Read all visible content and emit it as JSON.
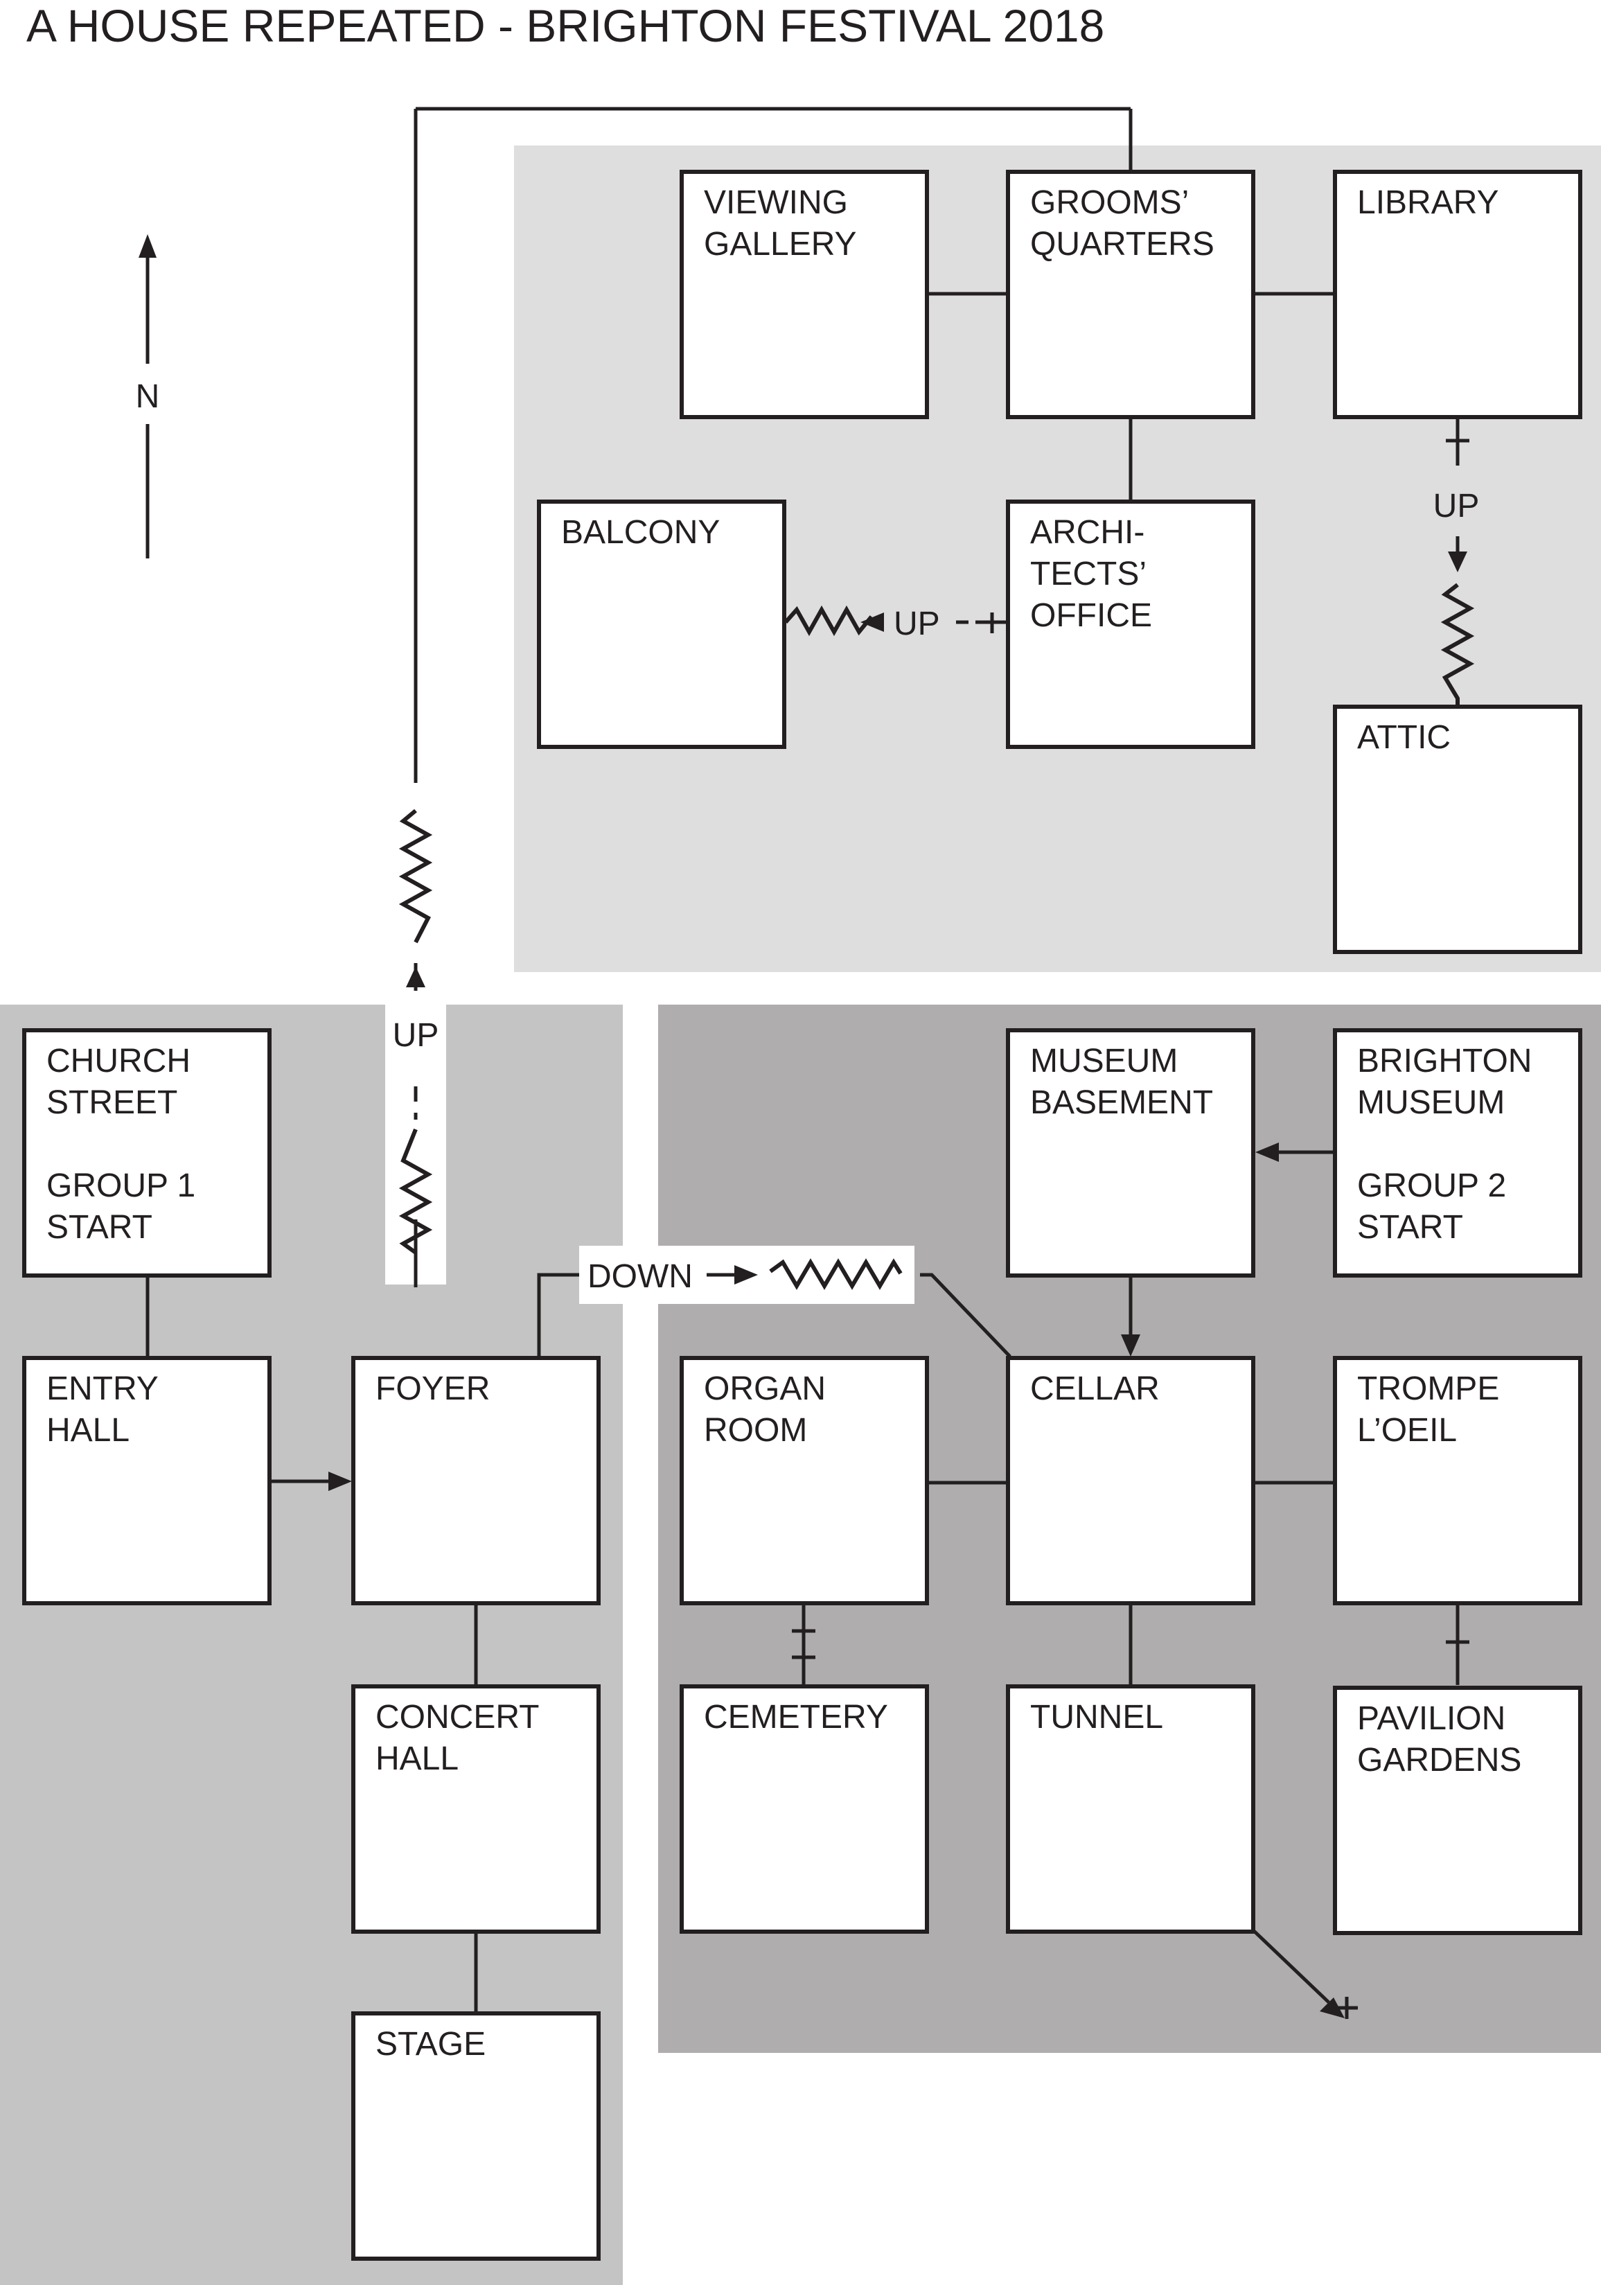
{
  "title": "A HOUSE REPEATED - BRIGHTON FESTIVAL 2018",
  "compass": {
    "label": "N"
  },
  "colors": {
    "zone_ground": "#c4c4c4",
    "zone_upper": "#dedede",
    "zone_lower": "#afadad",
    "ink": "#231f20",
    "room_fill": "#ffffff"
  },
  "rooms": {
    "viewing_gallery": [
      "VIEWING",
      "GALLERY"
    ],
    "grooms_quarters": [
      "GROOMS’",
      "QUARTERS"
    ],
    "library": [
      "LIBRARY"
    ],
    "balcony": [
      "BALCONY"
    ],
    "architects_office": [
      "ARCHI-",
      "TECTS’",
      "OFFICE"
    ],
    "attic": [
      "ATTIC"
    ],
    "church_street": [
      "CHURCH",
      "STREET",
      "",
      "GROUP 1",
      "START"
    ],
    "entry_hall": [
      "ENTRY",
      "HALL"
    ],
    "foyer": [
      "FOYER"
    ],
    "concert_hall": [
      "CONCERT",
      "HALL"
    ],
    "stage": [
      "STAGE"
    ],
    "museum_basement": [
      "MUSEUM",
      "BASEMENT"
    ],
    "brighton_museum": [
      "BRIGHTON",
      "MUSEUM",
      "",
      "GROUP 2",
      "START"
    ],
    "organ_room": [
      "ORGAN",
      "ROOM"
    ],
    "cellar": [
      "CELLAR"
    ],
    "trompe_loeil": [
      "TROMPE",
      "L’OEIL"
    ],
    "cemetery": [
      "CEMETERY"
    ],
    "tunnel": [
      "TUNNEL"
    ],
    "pavilion_gardens": [
      "PAVILION",
      "GARDENS"
    ]
  },
  "stair_labels": {
    "foyer_up": "UP",
    "library_attic_up": "UP",
    "balcony_up": "UP",
    "cellar_down": "DOWN"
  }
}
